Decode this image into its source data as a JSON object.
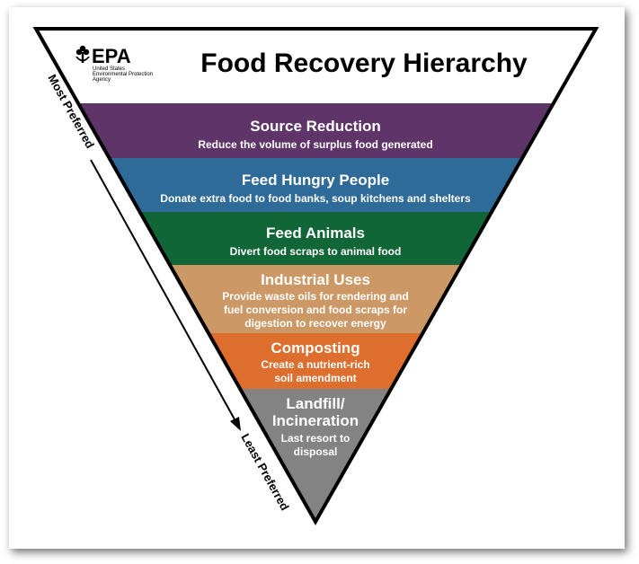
{
  "logo": {
    "wordmark": "EPA",
    "agency_lines": [
      "United States",
      "Environmental Protection",
      "Agency"
    ]
  },
  "title": "Food Recovery Hierarchy",
  "axis": {
    "top_label": "Most Preferred",
    "bottom_label": "Least Preferred"
  },
  "tiers": [
    {
      "name": "Source Reduction",
      "lines": [
        "Reduce the volume of surplus food generated"
      ],
      "color": "#5F3468"
    },
    {
      "name": "Feed Hungry People",
      "lines": [
        "Donate extra food to food banks, soup kitchens and shelters"
      ],
      "color": "#2F6B99"
    },
    {
      "name": "Feed Animals",
      "lines": [
        "Divert food scraps to animal food"
      ],
      "color": "#116637"
    },
    {
      "name": "Industrial Uses",
      "lines": [
        "Provide waste oils for rendering and",
        "fuel conversion and food scraps for",
        "digestion to recover energy"
      ],
      "color": "#CC9966"
    },
    {
      "name": "Composting",
      "lines": [
        "Create a nutrient-rich",
        "soil amendment"
      ],
      "color": "#DE6E2D"
    },
    {
      "name_lines": [
        "Landfill/",
        "Incineration"
      ],
      "lines": [
        "Last resort to",
        "disposal"
      ],
      "color": "#838383"
    }
  ]
}
